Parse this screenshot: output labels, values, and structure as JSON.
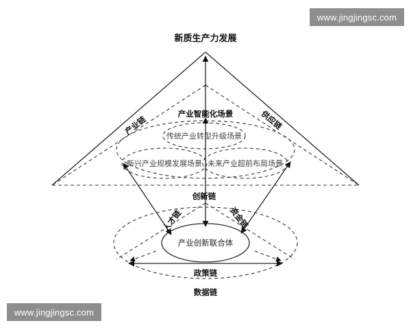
{
  "diagram": {
    "top_goal": "新质生产力发展",
    "chains": {
      "industry": "产业链",
      "supply": "供应链",
      "innovation": "创新链",
      "talent": "人才链",
      "capital": "资金链",
      "policy": "政策链",
      "data": "数据链"
    },
    "scenarios": {
      "main": "产业智能化场景",
      "traditional": "传统产业转型升级场景",
      "emerging": "新兴产业规模发展场景",
      "future": "未来产业超前布局场景"
    },
    "core": "产业创新联合体"
  },
  "watermarks": {
    "top": "www.jingjingsc.com",
    "bottom": "www.jingjingsc.com"
  }
}
